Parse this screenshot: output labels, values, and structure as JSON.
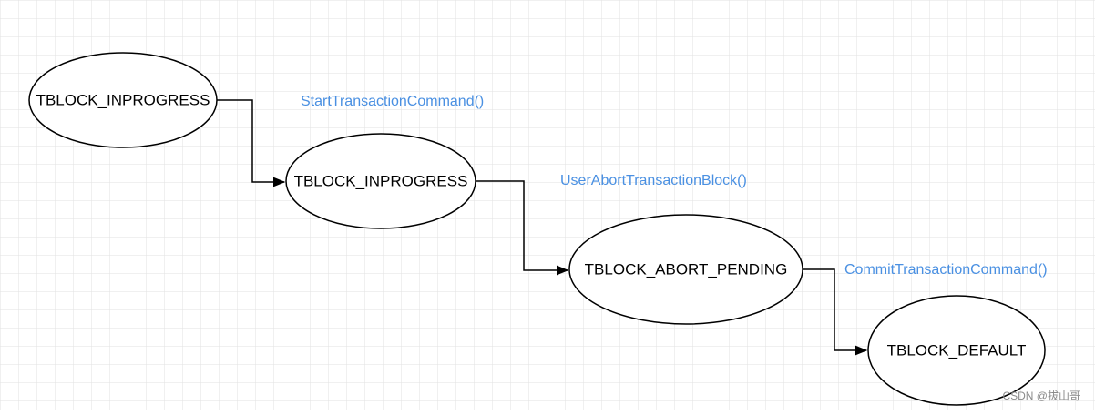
{
  "diagram": {
    "nodes": [
      {
        "id": "n1",
        "label": "TBLOCK_INPROGRESS"
      },
      {
        "id": "n2",
        "label": "TBLOCK_INPROGRESS"
      },
      {
        "id": "n3",
        "label": "TBLOCK_ABORT_PENDING"
      },
      {
        "id": "n4",
        "label": "TBLOCK_DEFAULT"
      }
    ],
    "edges": [
      {
        "from": "n1",
        "to": "n2",
        "label": "StartTransactionCommand()"
      },
      {
        "from": "n2",
        "to": "n3",
        "label": "UserAbortTransactionBlock()"
      },
      {
        "from": "n3",
        "to": "n4",
        "label": "CommitTransactionCommand()"
      }
    ]
  },
  "watermark": "CSDN @拔山哥",
  "colors": {
    "edge_label": "#4a90e2",
    "grid": "#e2e2e2",
    "line": "#000000"
  }
}
